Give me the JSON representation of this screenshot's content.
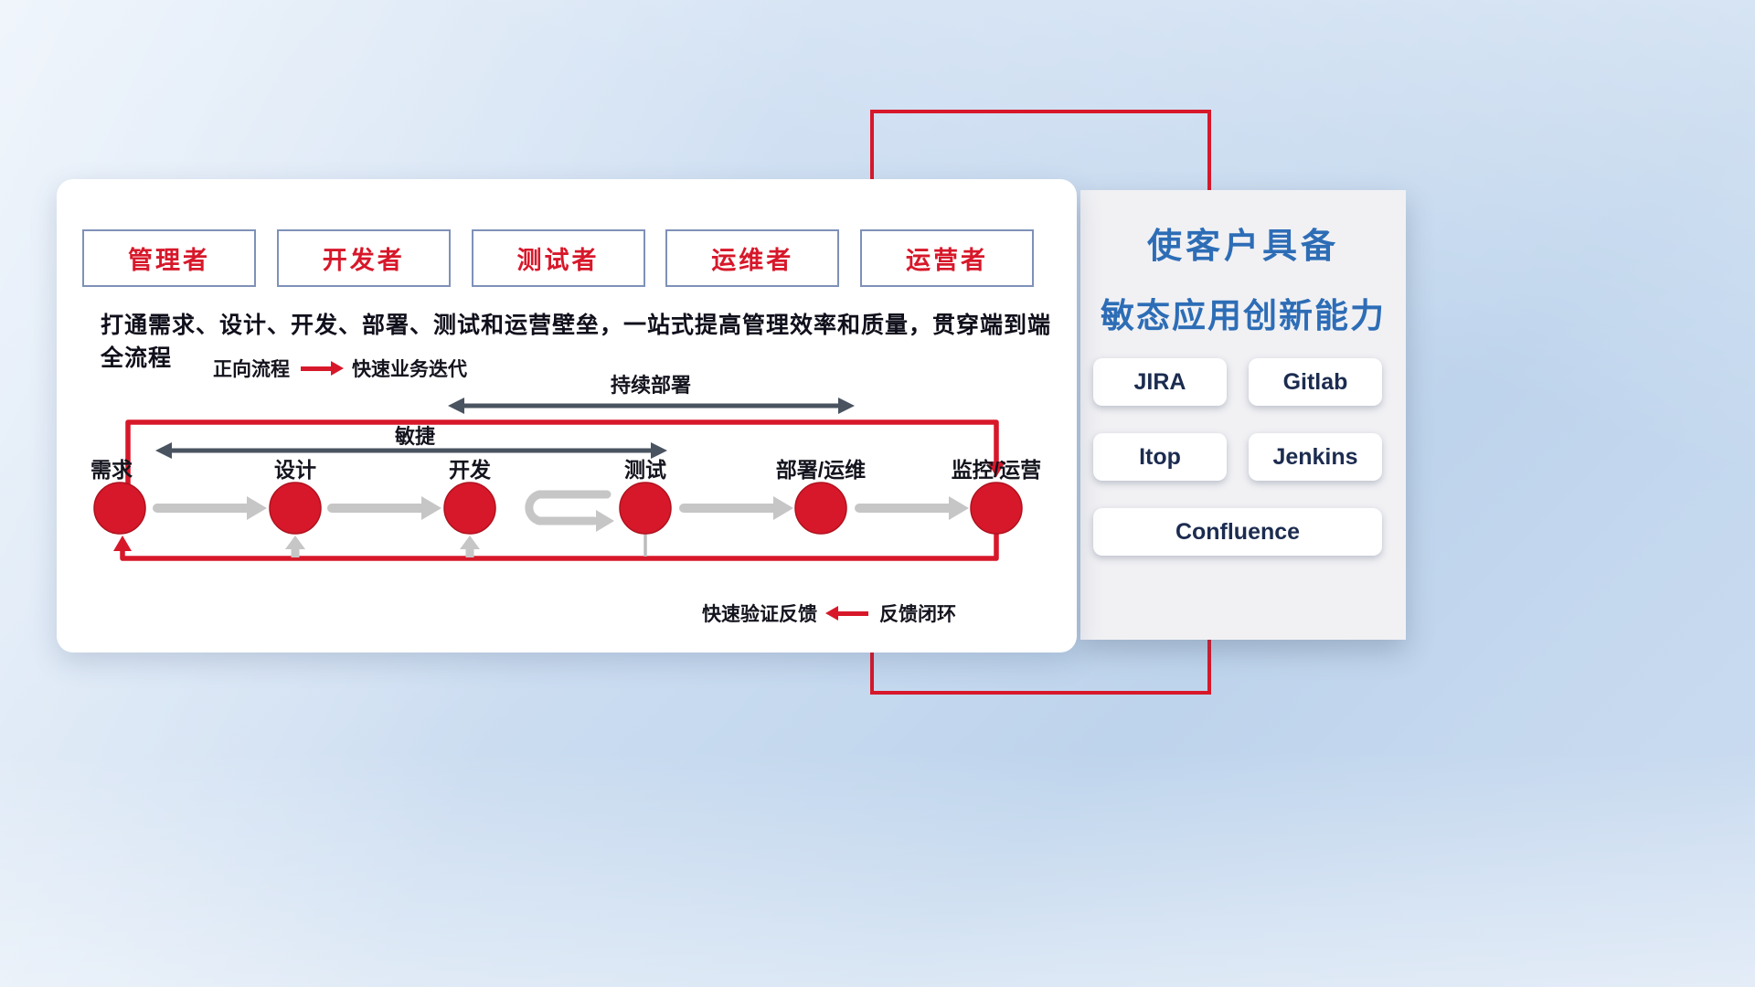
{
  "colors": {
    "accent_red": "#d7182a",
    "title_blue": "#2d6db6",
    "text_dark": "#14141e",
    "arrow_gray": "#c6c6c6",
    "arrow_slate": "#4a5360",
    "role_border_blue": "#7f91b8"
  },
  "roles": [
    {
      "label": "管理者"
    },
    {
      "label": "开发者"
    },
    {
      "label": "测试者"
    },
    {
      "label": "运维者"
    },
    {
      "label": "运营者"
    }
  ],
  "headline": "打通需求、设计、开发、部署、测试和运营壁垒，一站式提高管理效率和质量，贯穿端到端全流程",
  "legend_forward": {
    "title": "正向流程",
    "desc": "快速业务迭代"
  },
  "flow_arrows": {
    "deploy_label": "持续部署",
    "agile_label": "敏捷"
  },
  "nodes": [
    {
      "label": "需求"
    },
    {
      "label": "设计"
    },
    {
      "label": "开发"
    },
    {
      "label": "测试"
    },
    {
      "label": "部署/运维"
    },
    {
      "label": "监控/运营"
    }
  ],
  "legend_feedback": {
    "desc": "快速验证反馈",
    "title": "反馈闭环"
  },
  "right_panel": {
    "title_line1": "使客户具备",
    "title_line2": "敏态应用创新能力",
    "tools": [
      "JIRA",
      "Gitlab",
      "Itop",
      "Jenkins",
      "Confluence"
    ]
  }
}
